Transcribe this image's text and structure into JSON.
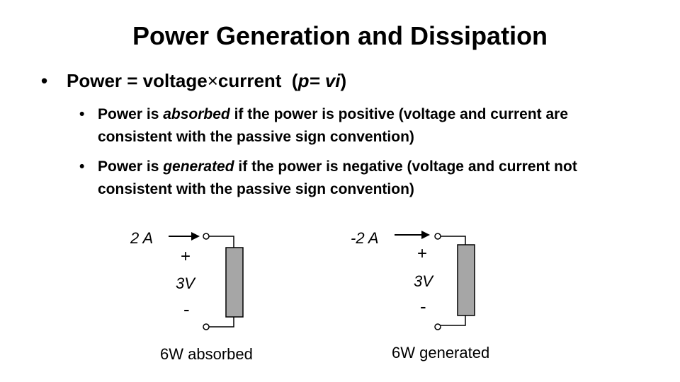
{
  "slide": {
    "title": "Power Generation and Dissipation",
    "main_bullet": {
      "prefix": "Power = voltage",
      "times_symbol": "×",
      "middle": "current  (",
      "formula_italic": "p= vi",
      "suffix": ")"
    },
    "sub_bullets": [
      {
        "before": "Power is ",
        "emphasis": "absorbed",
        "after": " if the power is positive (voltage and current are consistent with the passive sign convention)"
      },
      {
        "before": "Power is ",
        "emphasis": "generated",
        "after": " if the power is negative (voltage and current not consistent with the passive sign convention)"
      }
    ],
    "bullet_symbol": "•",
    "circuits": [
      {
        "current": "2 A",
        "plus": "+",
        "voltage": "3V",
        "minus": "-",
        "caption": "6W absorbed"
      },
      {
        "current": "-2 A",
        "plus": "+",
        "voltage": "3V",
        "minus": "-",
        "caption": "6W generated"
      }
    ]
  }
}
